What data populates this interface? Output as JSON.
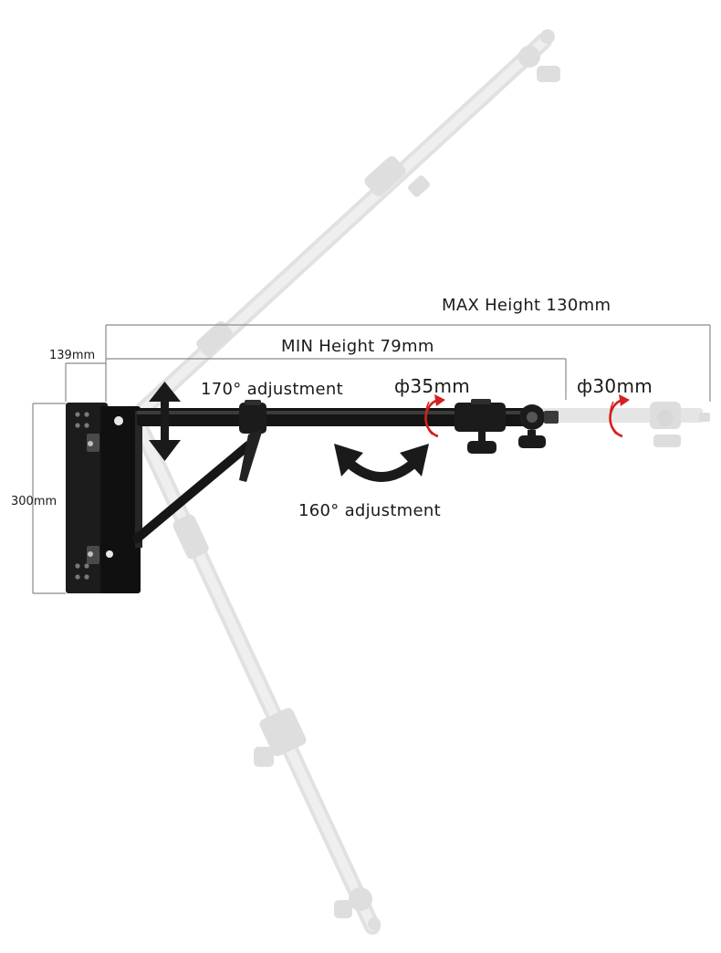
{
  "labels": {
    "max_height": "MAX Height 130mm",
    "min_height": "MIN  Height 79mm",
    "depth": "139mm",
    "plate_height": "300mm",
    "vertical_adjust": "170° adjustment",
    "swivel_adjust": "160° adjustment",
    "tube_35": "ф35mm",
    "tube_30": "ф30mm"
  },
  "colors": {
    "text": "#1a1a1a",
    "dimension_line": "#8a8a8a",
    "arm": "#111111",
    "ghost_arm": "#d6d6d6",
    "rotation_mark": "#d42020"
  },
  "icons": {
    "vertical_arrow": "double-arrow-vertical-icon",
    "swivel_arrow": "curved-double-arrow-icon",
    "rotation": "rotate-icon"
  }
}
